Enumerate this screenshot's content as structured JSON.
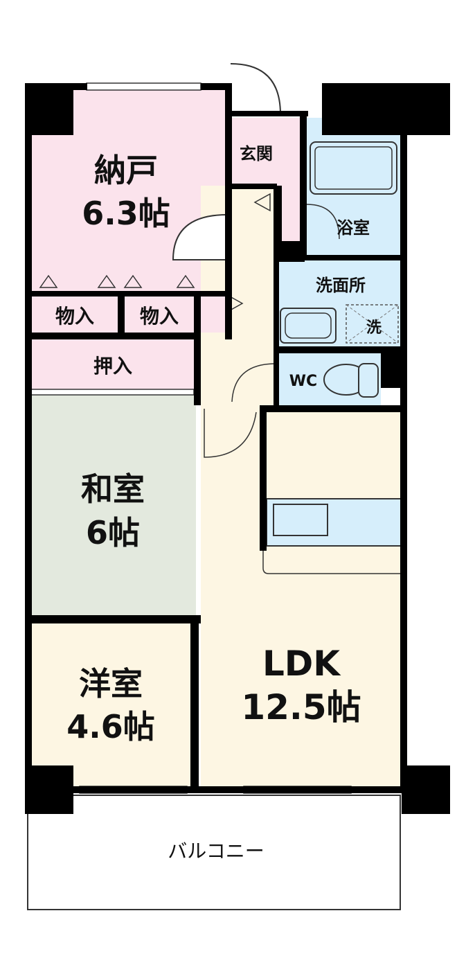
{
  "colors": {
    "pink": "#fbe3ec",
    "tatami": "#e3e9de",
    "cream": "#fdf6e3",
    "water": "#d6eefb",
    "wall": "#000000"
  },
  "rooms": {
    "storage_room": {
      "name": "納戸",
      "size": "6.3帖"
    },
    "closet_left": "物入",
    "closet_right": "物入",
    "oshiire": "押入",
    "entrance": "玄関",
    "bathroom": "浴室",
    "washroom": "洗面所",
    "washer": "洗",
    "toilet": "WC",
    "japanese_room": {
      "name": "和室",
      "size": "6帖"
    },
    "western_room": {
      "name": "洋室",
      "size": "4.6帖"
    },
    "ldk": {
      "name": "LDK",
      "size": "12.5帖"
    },
    "balcony": "バルコニー"
  }
}
